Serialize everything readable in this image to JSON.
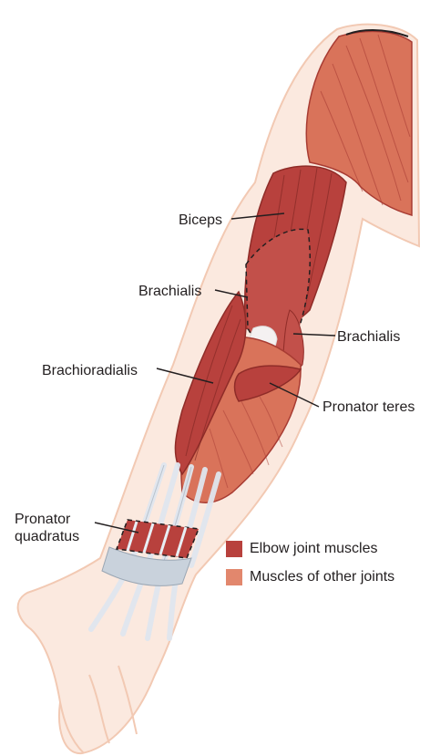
{
  "labels": {
    "biceps": "Biceps",
    "brachialis_left": "Brachialis",
    "brachialis_right": "Brachialis",
    "brachioradialis": "Brachioradialis",
    "pronator_teres": "Pronator teres",
    "pronator_quadratus": "Pronator\nquadratus"
  },
  "legend": [
    {
      "label": "Elbow joint muscles",
      "color": "#b8413d"
    },
    {
      "label": "Muscles of other joints",
      "color": "#e2876d"
    }
  ],
  "colors": {
    "skin": "#fbe9df",
    "skin_outline": "#f2c9b3",
    "muscle_light": "#d9735a",
    "muscle_dark": "#b8413d",
    "tendon": "#e8eef4"
  }
}
